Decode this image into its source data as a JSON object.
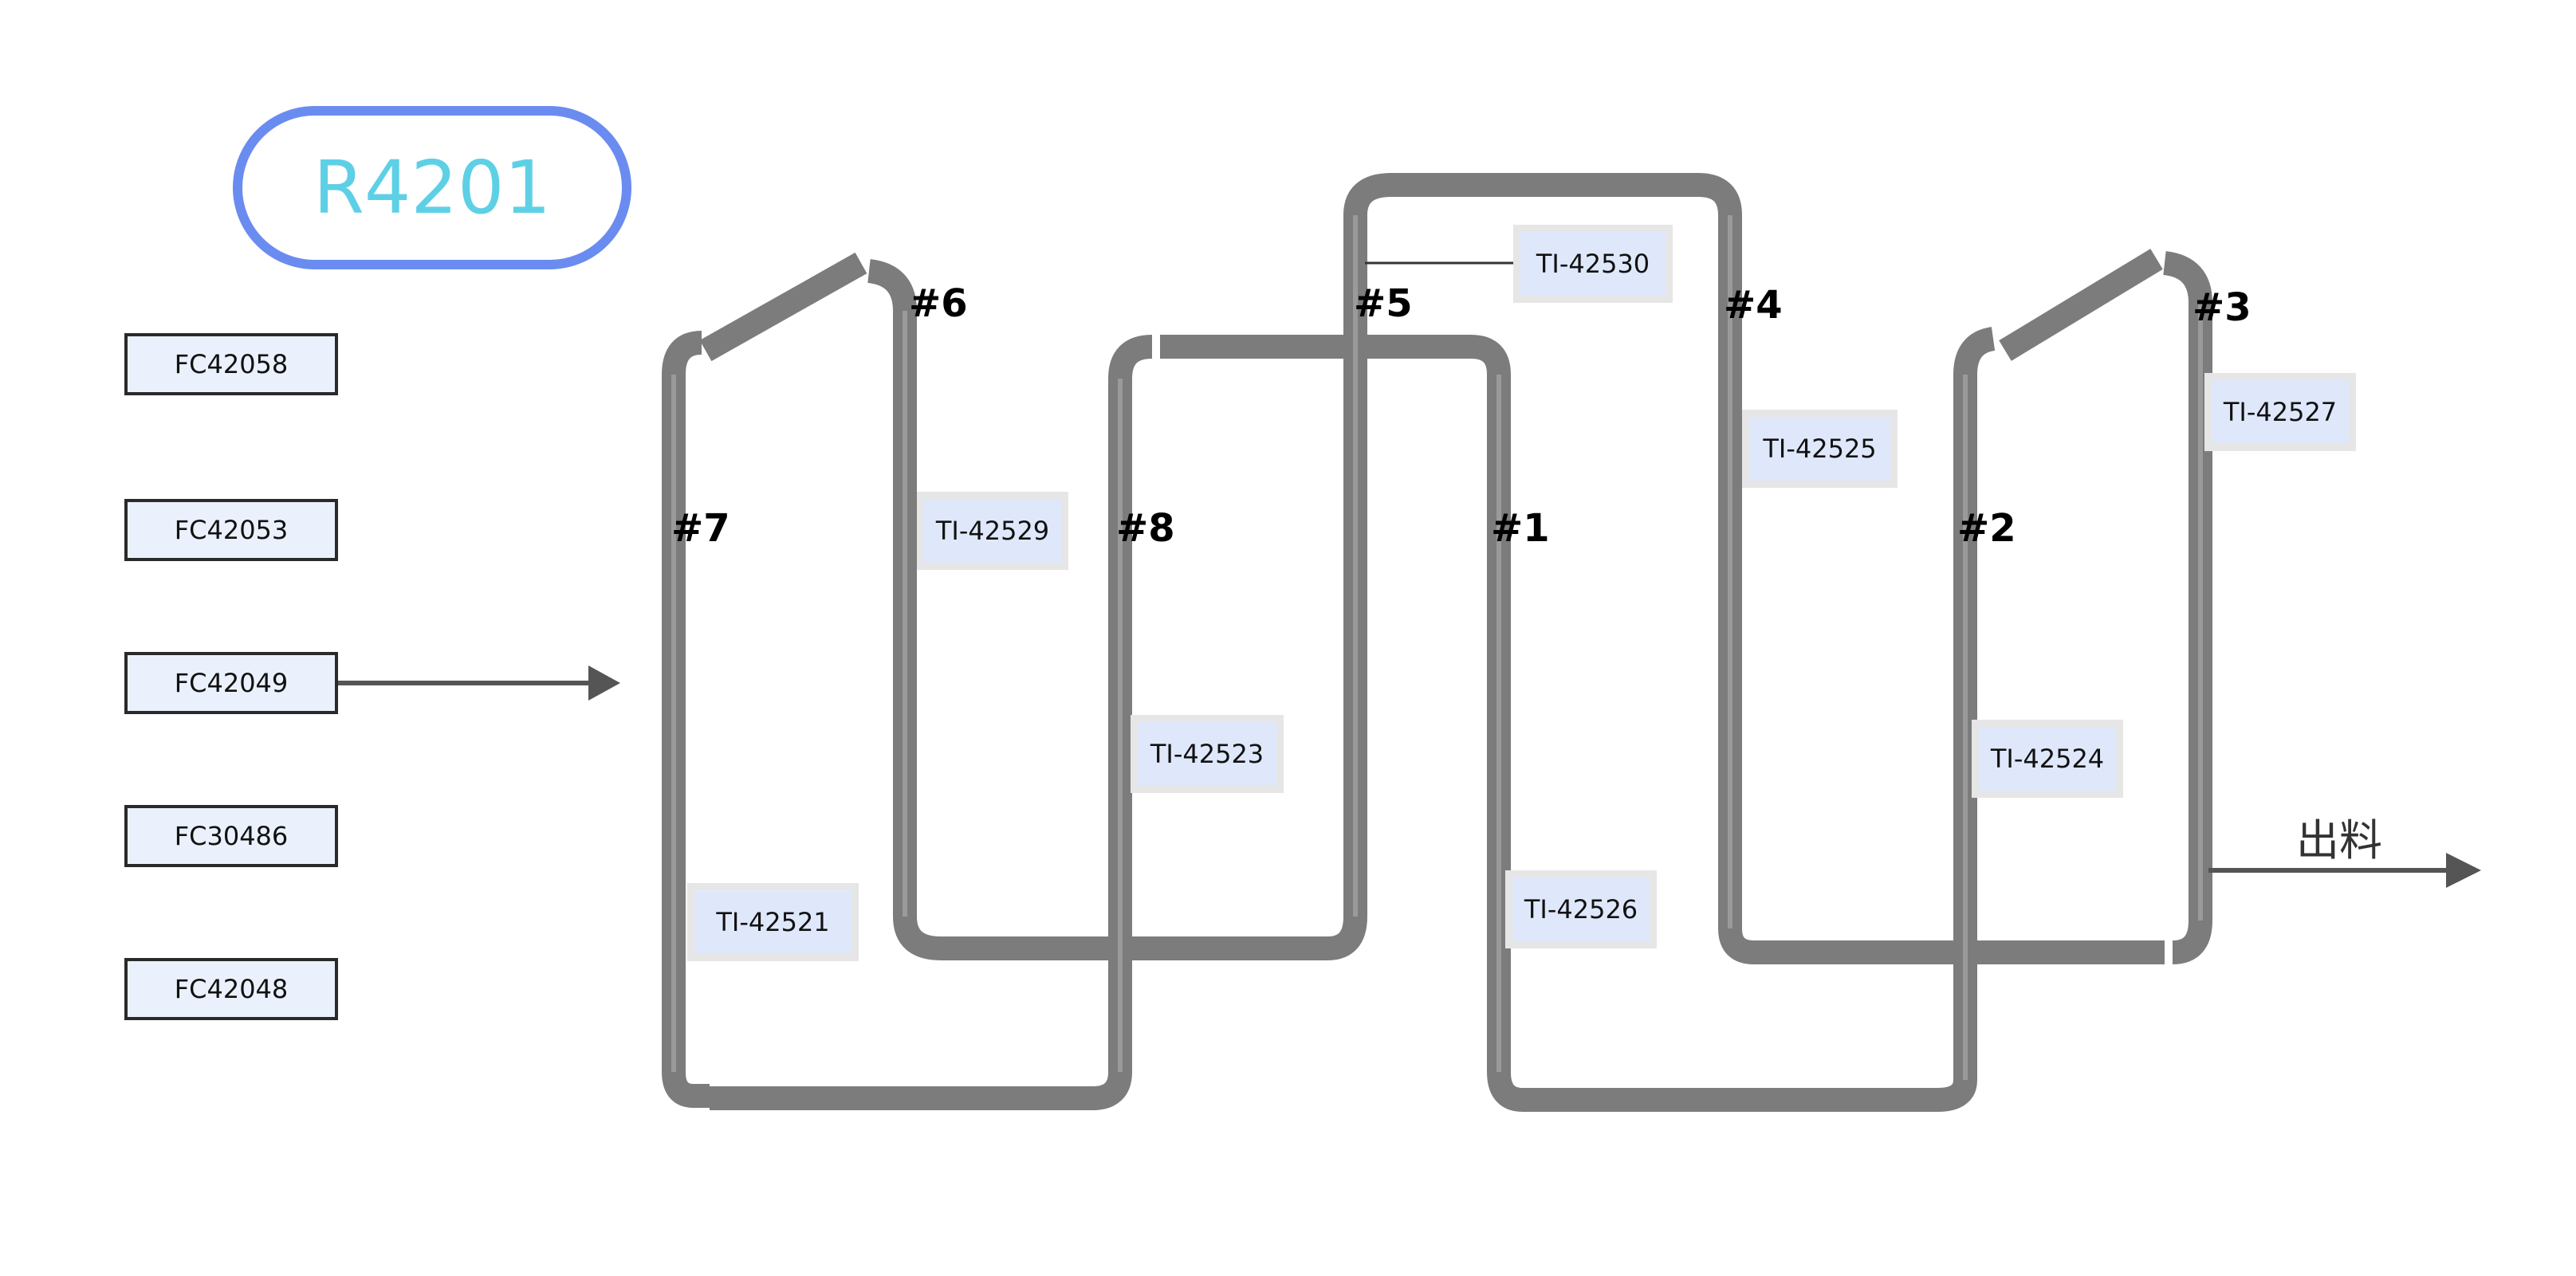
{
  "reactor": {
    "name": "R4201"
  },
  "flow_controllers": [
    "FC42058",
    "FC42053",
    "FC42049",
    "FC30486",
    "FC42048"
  ],
  "passes": [
    "#1",
    "#2",
    "#3",
    "#4",
    "#5",
    "#6",
    "#7",
    "#8"
  ],
  "temperature_tags": [
    "TI-42521",
    "TI-42523",
    "TI-42524",
    "TI-42525",
    "TI-42526",
    "TI-42527",
    "TI-42529",
    "TI-42530"
  ],
  "outlet": {
    "label": "出料"
  },
  "colors": {
    "tube": "#7a7a7a",
    "tube_highlight": "#999999",
    "arrow": "#555555",
    "pill_border": "#6a8cf0",
    "pill_text": "#5ed0e6",
    "tag_fill": "#dfe8fb",
    "fc_fill": "#eaf1fc"
  }
}
